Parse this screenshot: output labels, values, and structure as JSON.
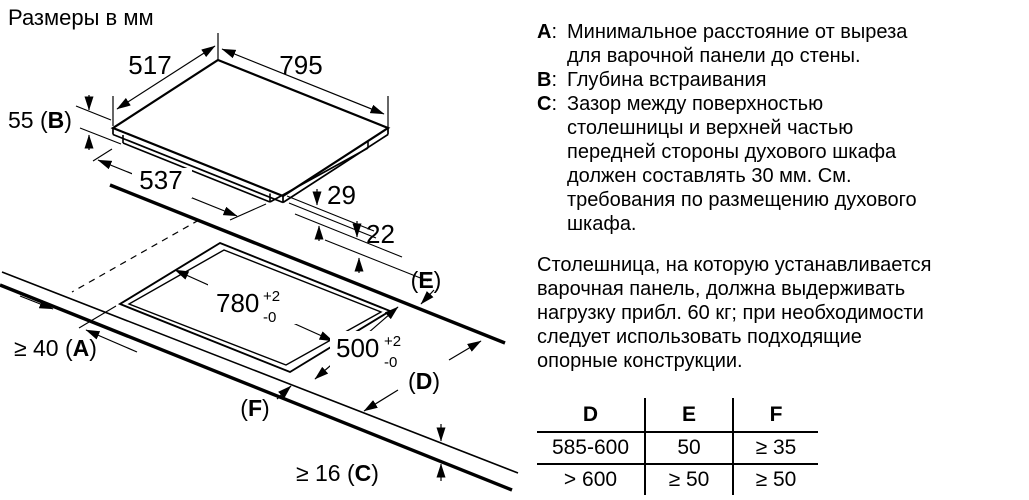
{
  "title": "Размеры в мм",
  "diagram": {
    "dim_width_top": "795",
    "dim_width_left": "517",
    "dim_depth_b": {
      "pre": "55 (",
      "letter": "B",
      "post": ")"
    },
    "dim_box_width": "537",
    "dim_box_height": "29",
    "dim_box_lower": "22",
    "dim_cutout_width": {
      "value": "780",
      "tol_plus": "+2",
      "tol_minus": "-0"
    },
    "dim_cutout_depth": {
      "value": "500",
      "tol_plus": "+2",
      "tol_minus": "-0"
    },
    "label_a": {
      "pre": "≥ 40 (",
      "letter": "A",
      "post": ")"
    },
    "label_c": {
      "pre": "≥ 16 (",
      "letter": "C",
      "post": ")"
    },
    "label_d": {
      "pre": "(",
      "letter": "D",
      "post": ")"
    },
    "label_e": {
      "pre": "(",
      "letter": "E",
      "post": ")"
    },
    "label_f": {
      "pre": "(",
      "letter": "F",
      "post": ")"
    }
  },
  "legend": {
    "separator": ":",
    "items": [
      {
        "letter": "A",
        "lines": [
          "Минимальное расстояние от выреза",
          "для варочной панели до стены."
        ]
      },
      {
        "letter": "B",
        "lines": [
          "Глубина встраивания"
        ]
      },
      {
        "letter": "C",
        "lines": [
          "Зазор между поверхностью",
          "столешницы и верхней частью",
          "передней стороны духового шкафа",
          "должен составлять 30 мм. См.",
          "требования по размещению духового",
          "шкафа."
        ]
      }
    ]
  },
  "paragraph": {
    "lines": [
      "Столешница, на которую устанавливается",
      "варочная панель, должна выдерживать",
      "нагрузку прибл. 60 кг; при необходимости",
      "следует использовать подходящие",
      "опорные конструкции."
    ]
  },
  "table": {
    "headers": [
      "D",
      "E",
      "F"
    ],
    "rows": [
      [
        "585-600",
        "50",
        "≥ 35"
      ],
      [
        "> 600",
        "≥ 50",
        "≥ 50"
      ]
    ]
  }
}
